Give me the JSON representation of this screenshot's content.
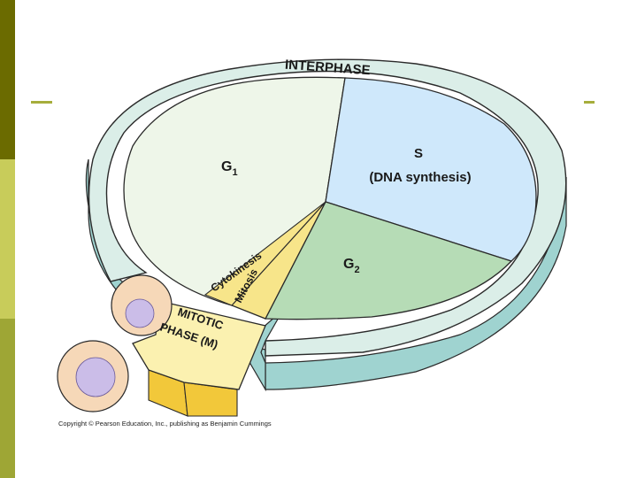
{
  "slide": {
    "left_bar_colors": [
      "#6b6b00",
      "#c8cc5a",
      "#9ea635"
    ],
    "accent_line_color": "#a6ad3c"
  },
  "diagram": {
    "title": "INTERPHASE",
    "g1_main": "G",
    "g1_sub": "1",
    "s_line1": "S",
    "s_line2": "(DNA synthesis)",
    "g2_main": "G",
    "g2_sub": "2",
    "cytokinesis": "Cytokinesis",
    "mitosis": "Mitosis",
    "mitotic_line1": "MITOTIC",
    "mitotic_line2": "PHASE (M)",
    "colors": {
      "ring_top": "#dbeee8",
      "ring_side": "#9fd3d0",
      "g1_fill": "#eef6e9",
      "s_fill": "#cfe8fb",
      "g2_fill": "#b6dcb6",
      "m_wedge": "#f7e58a",
      "arrow_fill": "#fbf1b0",
      "arrow_side": "#f2c83a",
      "cell_body": "#f6d8b8",
      "nucleus": "#cbbde8"
    }
  },
  "copyright": "Copyright © Pearson Education, Inc., publishing as Benjamin Cummings"
}
